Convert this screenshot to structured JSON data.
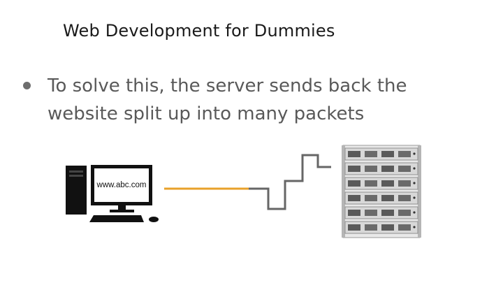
{
  "slide": {
    "title": "Web Development for Dummies",
    "bullet": "To solve this, the server sends back the website split up into many packets"
  },
  "computer": {
    "url": "www.abc.com"
  },
  "colors": {
    "background": "#ffffff",
    "title": "#1a1a1a",
    "bullet_text": "#595959",
    "bullet_dot": "#6e6e6e",
    "orange_line": "#e8a12a",
    "gray_line": "#666666",
    "computer": "#111111",
    "server": "#9a9a9a"
  },
  "icons": [
    "desktop-computer-icon",
    "server-rack-icon"
  ]
}
